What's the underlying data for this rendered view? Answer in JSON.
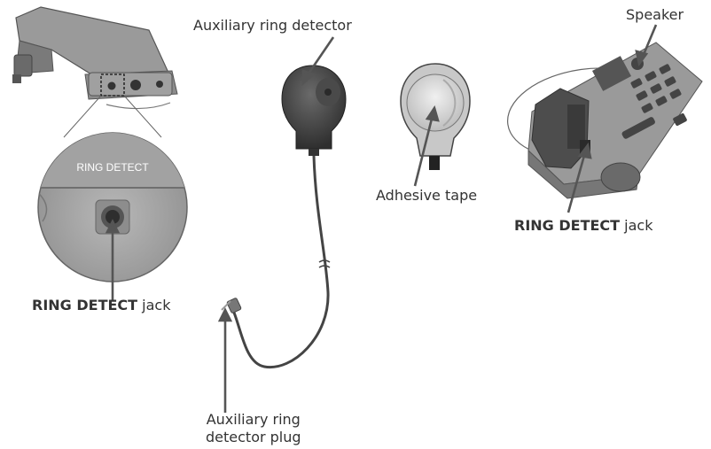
{
  "labels": {
    "aux_detector": "Auxiliary ring detector",
    "speaker": "Speaker",
    "adhesive": "Adhesive tape",
    "ring_jack_bold": "RING DETECT",
    "jack_word": "jack",
    "plug_line1": "Auxiliary ring",
    "plug_line2": "detector plug",
    "zoom_panel": "RING DETECT"
  },
  "colors": {
    "line": "#555555",
    "gray_dark": "#3f3f3f",
    "gray_mid": "#8a8a8a",
    "gray_light": "#c9c9c9"
  }
}
